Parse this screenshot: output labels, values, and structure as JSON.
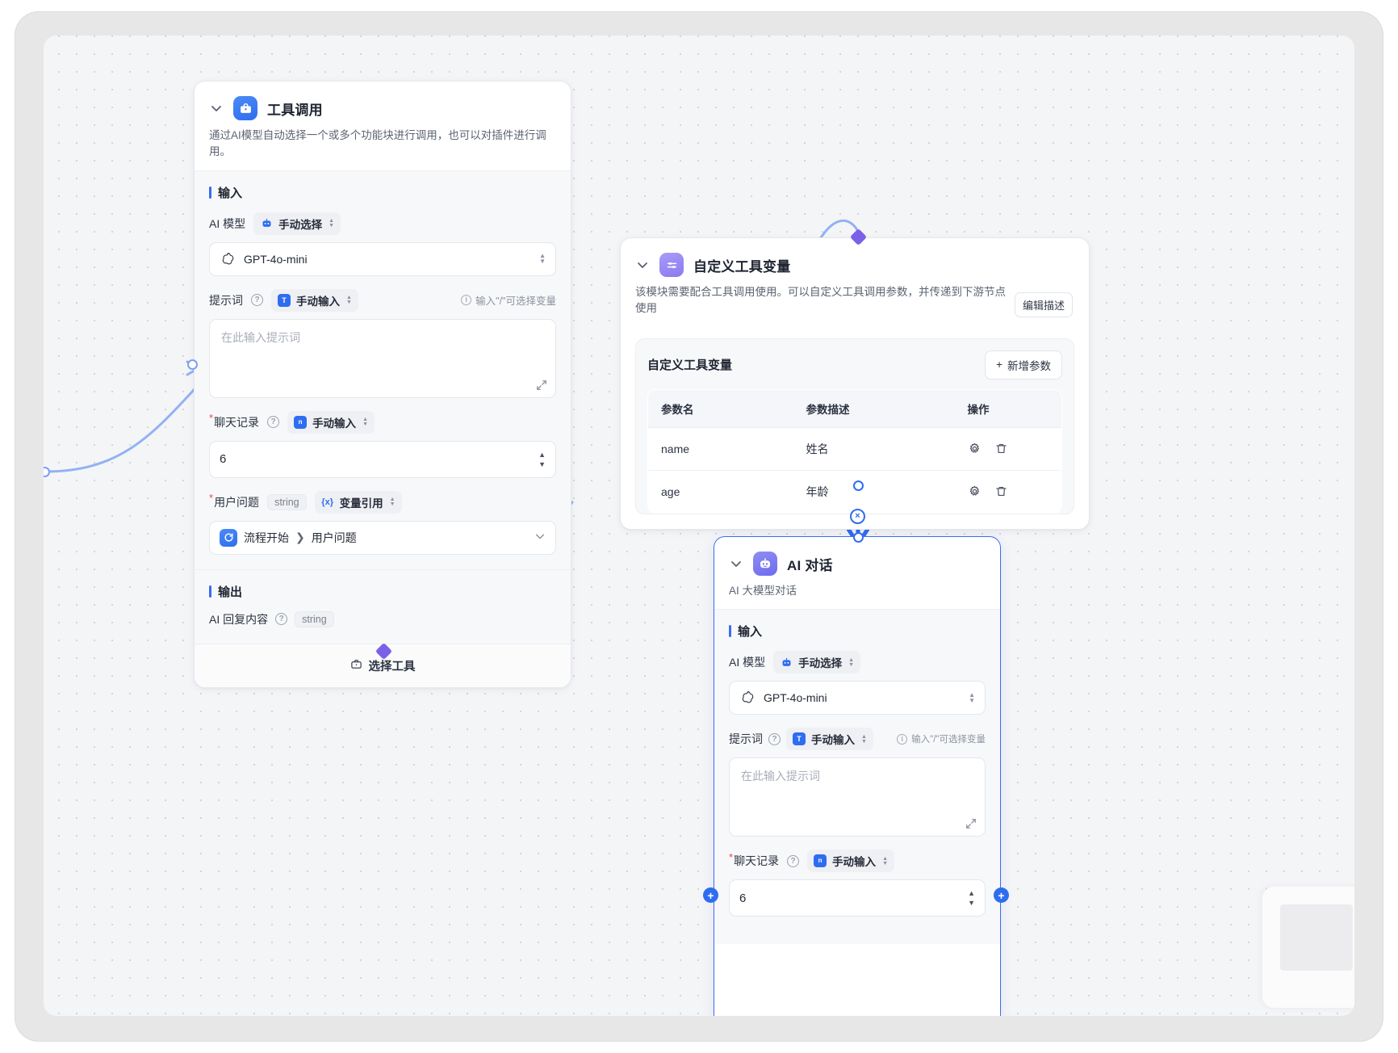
{
  "canvas": {
    "background": "#f4f5f7",
    "accent": "#2f6df0",
    "purple": "#7b61e8"
  },
  "nodes": {
    "tool_call": {
      "title": "工具调用",
      "description": "通过AI模型自动选择一个或多个功能块进行调用，也可以对插件进行调用。",
      "input_section": "输入",
      "output_section": "输出",
      "fields": {
        "model_label": "AI 模型",
        "model_mode": "手动选择",
        "model_value": "GPT-4o-mini",
        "prompt_label": "提示词",
        "prompt_mode": "手动输入",
        "prompt_hint": "输入\"/\"可选择变量",
        "prompt_placeholder": "在此输入提示词",
        "history_label": "聊天记录",
        "history_mode": "手动输入",
        "history_value": "6",
        "question_label": "用户问题",
        "question_type": "string",
        "question_mode": "变量引用",
        "question_ref_node": "流程开始",
        "question_ref_field": "用户问题"
      },
      "output": {
        "label": "AI 回复内容",
        "type": "string"
      },
      "footer": "选择工具"
    },
    "tool_vars": {
      "title": "自定义工具变量",
      "description": "该模块需要配合工具调用使用。可以自定义工具调用参数，并传递到下游节点使用",
      "edit_desc_button": "编辑描述",
      "panel_title": "自定义工具变量",
      "add_button": "新增参数",
      "table": {
        "columns": [
          "参数名",
          "参数描述",
          "操作"
        ],
        "rows": [
          {
            "name": "name",
            "desc": "姓名",
            "actions": [
              "settings-icon",
              "trash-icon"
            ]
          },
          {
            "name": "age",
            "desc": "年龄",
            "actions": [
              "settings-icon",
              "trash-icon"
            ]
          }
        ]
      }
    },
    "ai_chat": {
      "title": "AI 对话",
      "description": "AI 大模型对话",
      "input_section": "输入",
      "fields": {
        "model_label": "AI 模型",
        "model_mode": "手动选择",
        "model_value": "GPT-4o-mini",
        "prompt_label": "提示词",
        "prompt_mode": "手动输入",
        "prompt_hint": "输入\"/\"可选择变量",
        "prompt_placeholder": "在此输入提示词",
        "history_label": "聊天记录",
        "history_mode": "手动输入",
        "history_value": "6"
      }
    }
  },
  "icons": {
    "collapse": "chevron-down-icon",
    "tool": "briefcase-icon",
    "vars": "sliders-icon",
    "bot": "robot-icon",
    "openai": "openai-logo-icon",
    "expand": "expand-icon",
    "plus": "+",
    "close": "×"
  }
}
